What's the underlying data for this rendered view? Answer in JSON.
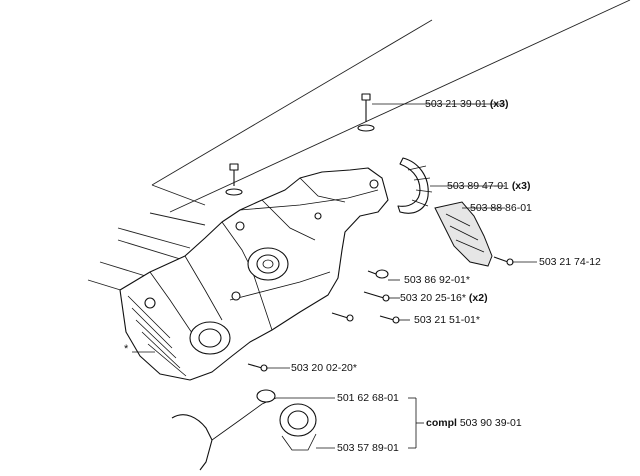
{
  "parts": [
    {
      "id": "p1",
      "number": "503 21 39-01",
      "qty": "(x3)"
    },
    {
      "id": "p2",
      "number": "503 89 47-01",
      "qty": "(x3)"
    },
    {
      "id": "p3",
      "number": "503 88 86-01",
      "qty": ""
    },
    {
      "id": "p4",
      "number": "503 21 74-12",
      "qty": ""
    },
    {
      "id": "p5",
      "number": "503 86 92-01*",
      "qty": ""
    },
    {
      "id": "p6",
      "number": "503 20 25-16*",
      "qty": "(x2)"
    },
    {
      "id": "p7",
      "number": "503 21 51-01*",
      "qty": ""
    },
    {
      "id": "p8",
      "number": "503 20 02-20*",
      "qty": ""
    },
    {
      "id": "p9",
      "number": "501 62 68-01",
      "qty": ""
    },
    {
      "id": "p10",
      "number": "503 57 89-01",
      "qty": ""
    }
  ],
  "kit": {
    "prefix": "compl",
    "number": "503 90 39-01"
  },
  "asterisk": "*"
}
